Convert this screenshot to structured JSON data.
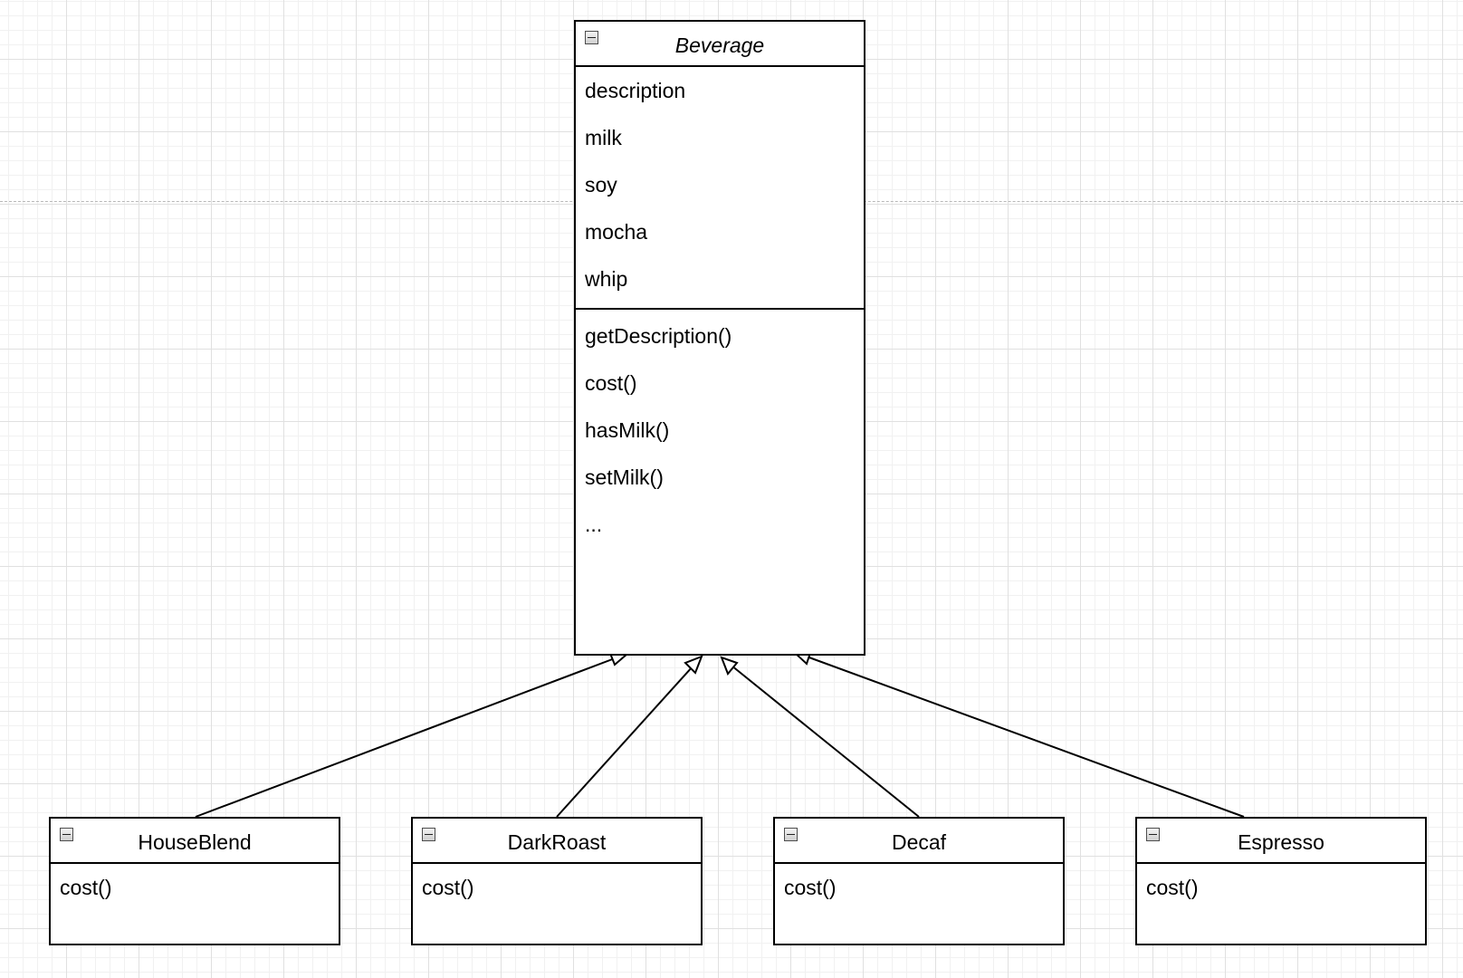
{
  "diagram": {
    "base_class": {
      "name": "Beverage",
      "abstract": true,
      "attributes": [
        "description",
        "milk",
        "soy",
        "mocha",
        "whip"
      ],
      "operations": [
        "getDescription()",
        "cost()",
        "hasMilk()",
        "setMilk()",
        "..."
      ]
    },
    "subclasses": [
      {
        "name": "HouseBlend",
        "operations": [
          "cost()"
        ]
      },
      {
        "name": "DarkRoast",
        "operations": [
          "cost()"
        ]
      },
      {
        "name": "Decaf",
        "operations": [
          "cost()"
        ]
      },
      {
        "name": "Espresso",
        "operations": [
          "cost()"
        ]
      }
    ],
    "relationships": [
      {
        "type": "generalization",
        "from": "HouseBlend",
        "to": "Beverage"
      },
      {
        "type": "generalization",
        "from": "DarkRoast",
        "to": "Beverage"
      },
      {
        "type": "generalization",
        "from": "Decaf",
        "to": "Beverage"
      },
      {
        "type": "generalization",
        "from": "Espresso",
        "to": "Beverage"
      }
    ],
    "colors": {
      "stroke": "#000000",
      "fill": "#ffffff",
      "grid": "#e0e0e0"
    }
  }
}
